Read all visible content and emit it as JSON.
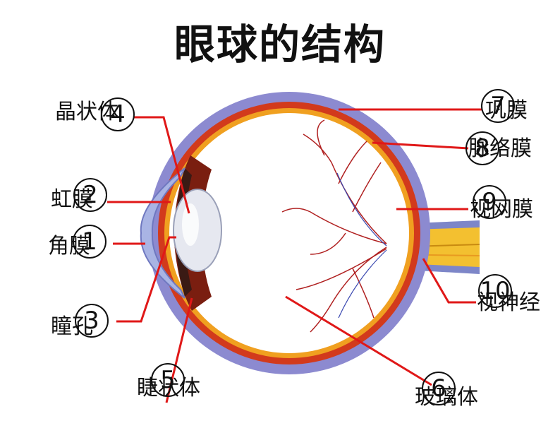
{
  "title": "眼球的结构",
  "parts": [
    {
      "id": "p1",
      "label": "角膜",
      "number": "1"
    },
    {
      "id": "p2",
      "label": "虹膜",
      "number": "2"
    },
    {
      "id": "p3",
      "label": "瞳孔",
      "number": "3"
    },
    {
      "id": "p4",
      "label": "晶状体",
      "number": "4"
    },
    {
      "id": "p5",
      "label": "睫状体",
      "number": "5"
    },
    {
      "id": "p6",
      "label": "玻璃体",
      "number": "6"
    },
    {
      "id": "p7",
      "label": "巩膜",
      "number": "7"
    },
    {
      "id": "p8",
      "label": "脉络膜",
      "number": "8"
    },
    {
      "id": "p9",
      "label": "视网膜",
      "number": "9"
    },
    {
      "id": "p10",
      "label": "视神经",
      "number": "10"
    }
  ],
  "colors": {
    "leader": "#e01818",
    "sclera": "#8c8ad0",
    "choroid": "#d23a1c",
    "retina": "#f0a020",
    "nerve": "#f3c030",
    "lens": "#e6e8f0",
    "vessel": "#b02020"
  }
}
